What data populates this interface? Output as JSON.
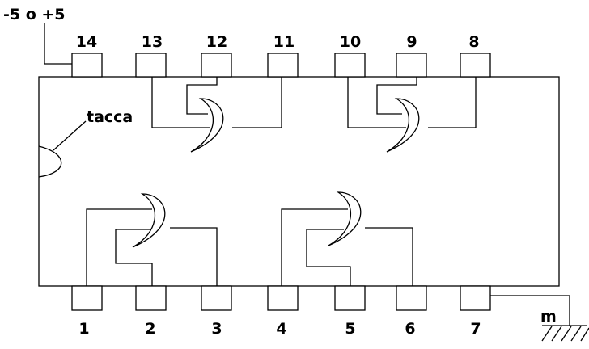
{
  "supply_label": "-5 o +5",
  "notch_label": "tacca",
  "ground_label": "m",
  "top_pins": [
    "14",
    "13",
    "12",
    "11",
    "10",
    "9",
    "8"
  ],
  "bottom_pins": [
    "1",
    "2",
    "3",
    "4",
    "5",
    "6",
    "7"
  ],
  "line_color": "#000000",
  "background": "#ffffff"
}
